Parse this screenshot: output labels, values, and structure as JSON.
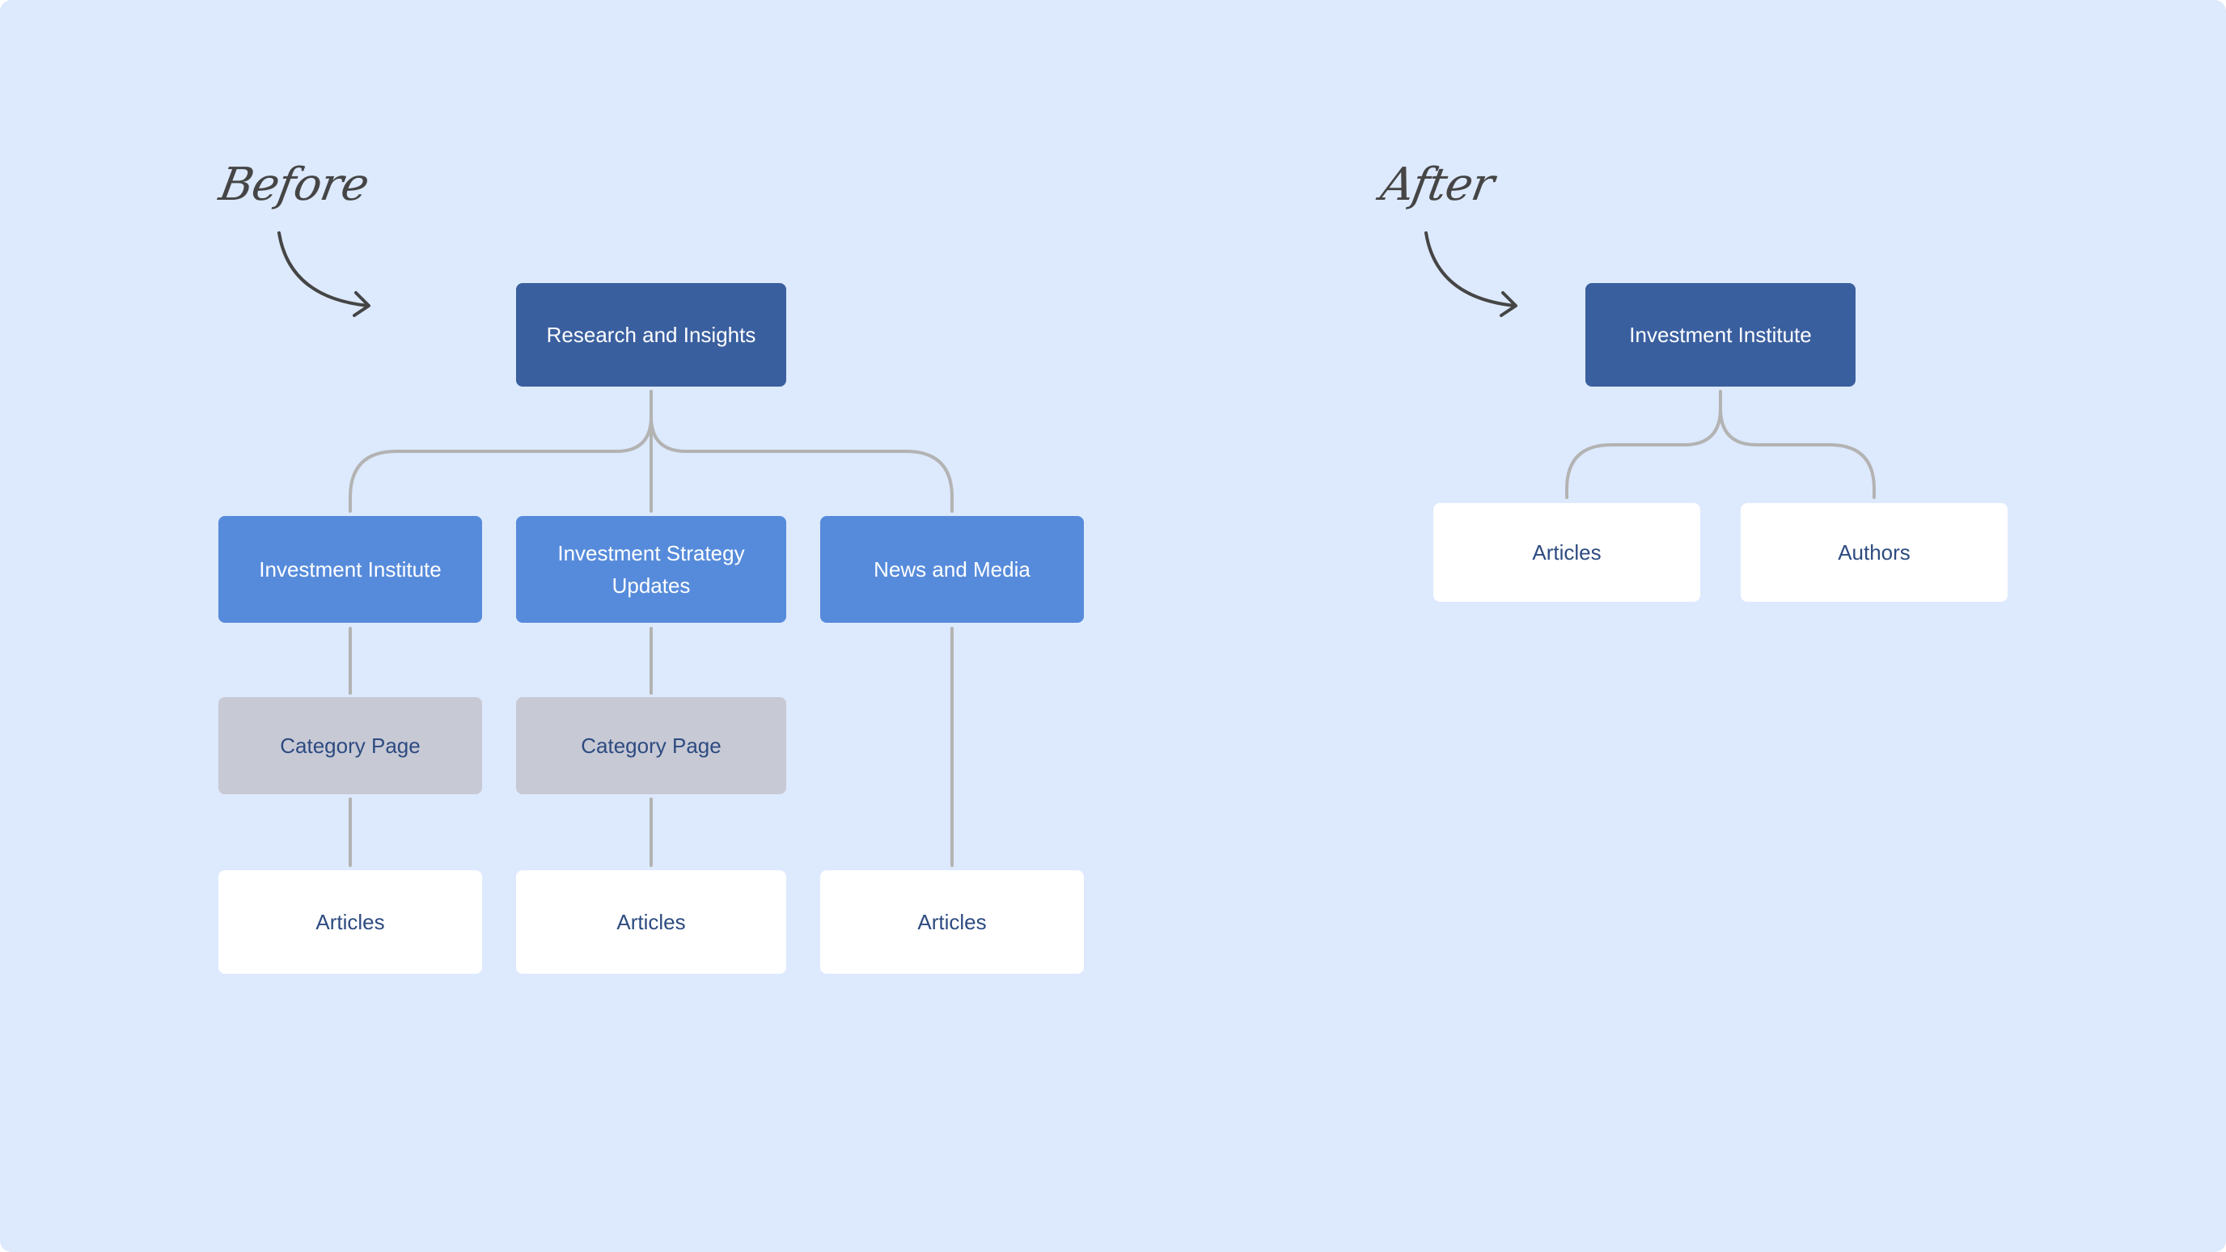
{
  "before": {
    "label": "Before",
    "root": "Research and Insights",
    "sections": [
      "Investment Institute",
      "Investment Strategy Updates",
      "News and Media"
    ],
    "categories": [
      "Category Page",
      "Category Page"
    ],
    "leaves": [
      "Articles",
      "Articles",
      "Articles"
    ]
  },
  "after": {
    "label": "After",
    "root": "Investment Institute",
    "leaves": [
      "Articles",
      "Authors"
    ]
  },
  "colors": {
    "background": "#dde9fd",
    "root": "#3a5f9f",
    "section": "#568bdb",
    "category": "#c7c9d5",
    "leaf": "#ffffff",
    "connector": "#b3b3b3",
    "annotation": "#454545"
  }
}
